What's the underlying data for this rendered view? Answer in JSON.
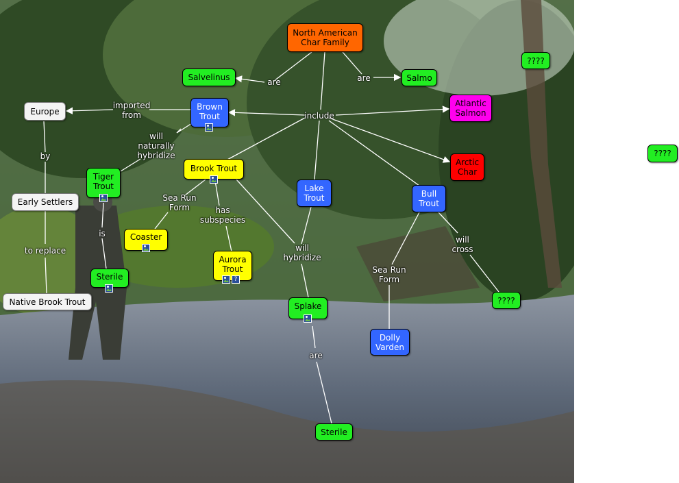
{
  "nodes": {
    "north_american_char_family": "North American\nChar Family",
    "salvelinus": "Salvelinus",
    "salmo": "Salmo",
    "unknown_top": "????",
    "europe": "Europe",
    "brown_trout": "Brown\nTrout",
    "atlantic_salmon": "Atlantic\nSalmon",
    "unknown_right": "????",
    "arctic_char": "Arctic\nChar",
    "tiger_trout": "Tiger\nTrout",
    "brook_trout": "Brook Trout",
    "early_settlers": "Early Settlers",
    "lake_trout": "Lake\nTrout",
    "bull_trout": "Bull\nTrout",
    "coaster": "Coaster",
    "aurora_trout": "Aurora\nTrout",
    "sterile_left": "Sterile",
    "native_brook_trout": "Native Brook Trout",
    "splake": "Splake",
    "unknown_mid": "????",
    "dolly_varden": "Dolly\nVarden",
    "sterile_bottom": "Sterile"
  },
  "links": {
    "are_left": "are",
    "are_right": "are",
    "include": "include",
    "imported_from": "imported\nfrom",
    "by": "by",
    "will_naturally_hybridize": "will\nnaturally\nhybridize",
    "sea_run_form_left": "Sea Run\nForm",
    "has_subspecies": "has\nsubspecies",
    "is": "is",
    "to_replace": "to replace",
    "will_hybridize": "will\nhybridize",
    "sea_run_form_right": "Sea Run\nForm",
    "will_cross": "will\ncross",
    "are_bottom": "are"
  },
  "resource_icons": {
    "image": "image-resource-icon",
    "info": "?"
  },
  "colors": {
    "green": "#22ee22",
    "blue": "#3366ff",
    "yellow": "#ffff00",
    "orange": "#ff6600",
    "magenta": "#ff00ee",
    "red": "#ff0000",
    "white": "#f4f4f4",
    "link": "#ffffff"
  },
  "background": "photo of an angler wading a forest stream"
}
